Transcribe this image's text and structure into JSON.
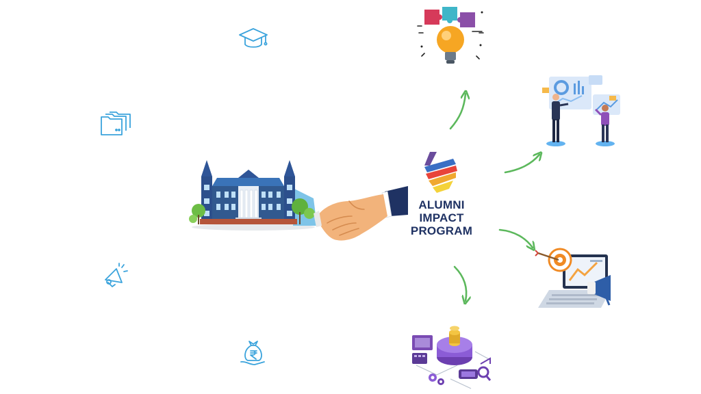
{
  "logo": {
    "line1": "ALUMNI",
    "line2": "IMPACT",
    "line3": "PROGRAM"
  },
  "colors": {
    "icon_blue": "#3aa3dc",
    "arrow_green": "#5cb85c",
    "logo_text": "#1f3263"
  },
  "side_icons": [
    "graduation-cap-icon",
    "folders-icon",
    "megaphone-icon",
    "rupee-money-bag-icon"
  ],
  "outcome_illustrations": [
    "puzzle-lightbulb",
    "analytics-dashboard",
    "target-marketing",
    "finance-growth"
  ]
}
